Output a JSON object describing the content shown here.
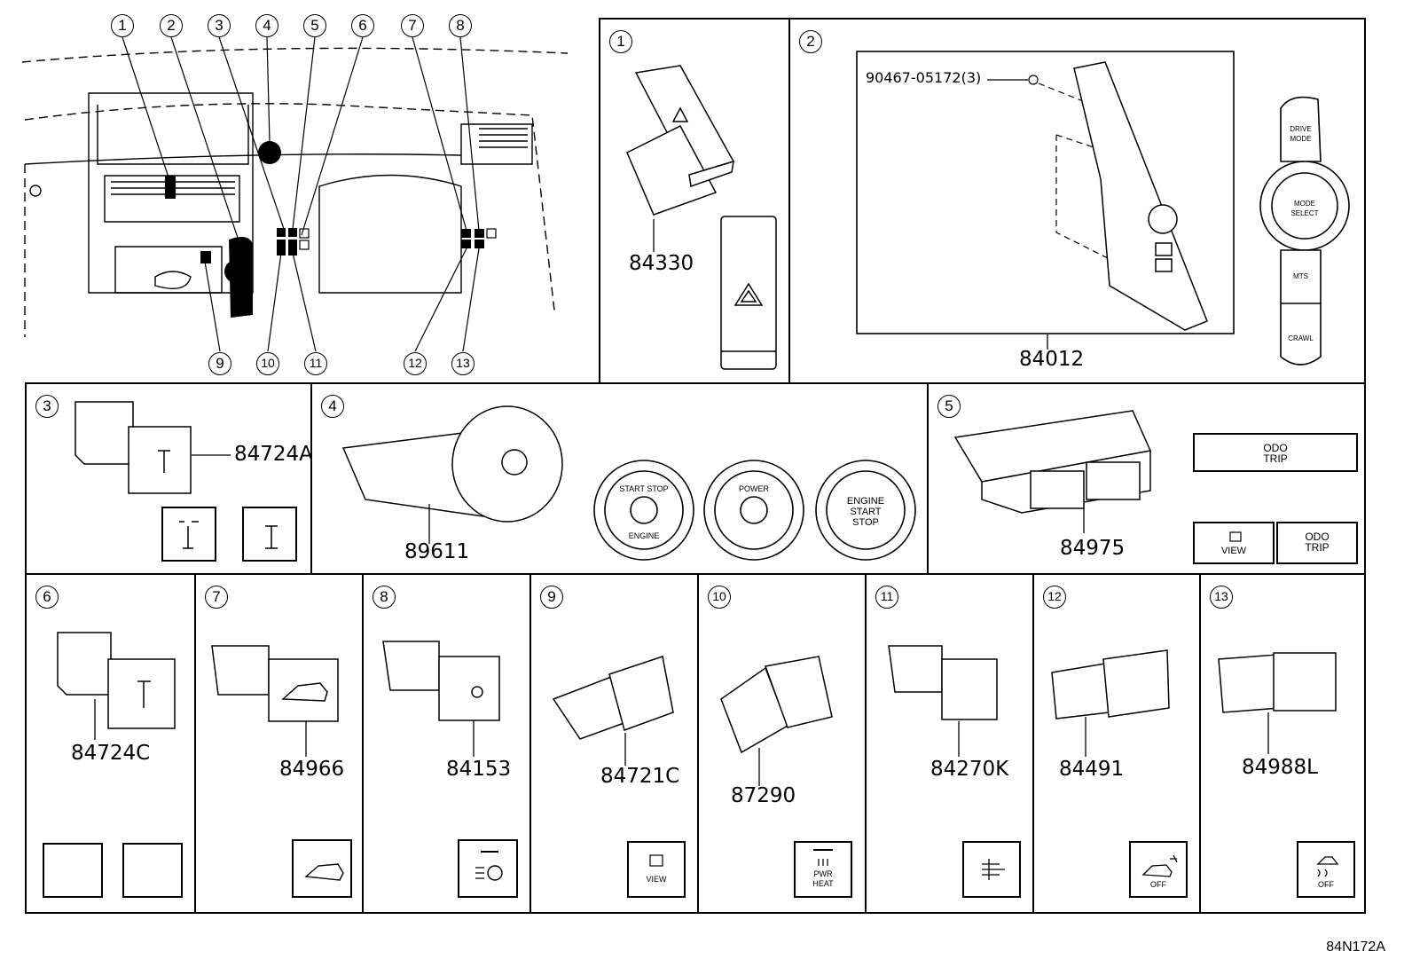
{
  "callouts": [
    "1",
    "2",
    "3",
    "4",
    "5",
    "6",
    "7",
    "8",
    "9",
    "10",
    "11",
    "12",
    "13"
  ],
  "panels": {
    "p1": {
      "num": "1",
      "part": "84330"
    },
    "p2": {
      "num": "2",
      "part": "84012",
      "screw": "90467-05172(3)",
      "labels": {
        "drive_mode": "DRIVE\nMODE",
        "mode_select": "MODE\nSELECT",
        "mts": "MTS",
        "crawl": "CRAWL"
      }
    },
    "p3": {
      "num": "3",
      "part": "84724A"
    },
    "p4": {
      "num": "4",
      "part": "89611",
      "dial1": {
        "top": "START STOP",
        "bottom": "ENGINE"
      },
      "dial2": {
        "top": "POWER"
      },
      "dial3": {
        "l1": "ENGINE",
        "l2": "START",
        "l3": "STOP"
      }
    },
    "p5": {
      "num": "5",
      "part": "84975",
      "odo1": "ODO",
      "trip1": "TRIP",
      "view": "VIEW",
      "odo2": "ODO",
      "trip2": "TRIP"
    },
    "p6": {
      "num": "6",
      "part": "84724C"
    },
    "p7": {
      "num": "7",
      "part": "84966"
    },
    "p8": {
      "num": "8",
      "part": "84153"
    },
    "p9": {
      "num": "9",
      "part": "84721C",
      "icon_label": "VIEW"
    },
    "p10": {
      "num": "10",
      "part": "87290",
      "icon_label_1": "PWR",
      "icon_label_2": "HEAT"
    },
    "p11": {
      "num": "11",
      "part": "84270K"
    },
    "p12": {
      "num": "12",
      "part": "84491",
      "icon_label": "OFF"
    },
    "p13": {
      "num": "13",
      "part": "84988L",
      "icon_label": "OFF"
    }
  },
  "diagram_code": "84N172A"
}
